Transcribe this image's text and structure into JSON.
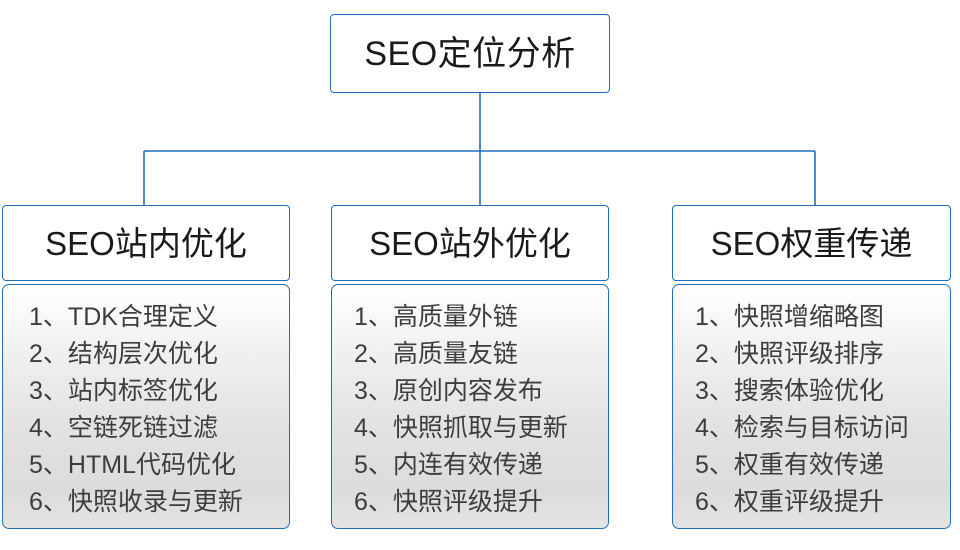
{
  "diagram": {
    "type": "org-tree",
    "orientation": "top-down",
    "colors": {
      "border": "#1F6FBF",
      "connector": "#1F6FBF",
      "header_fill": "#FFFFFF",
      "body_fill_top": "#FFFFFF",
      "body_fill_bottom": "#DCDCDC",
      "text": "#3D3D3D",
      "title_text": "#1A1A1A"
    },
    "root": {
      "title": "SEO定位分析"
    },
    "branches": [
      {
        "title": "SEO站内优化",
        "items": [
          {
            "index": "1",
            "sep": "、",
            "text": "TDK合理定义"
          },
          {
            "index": "2",
            "sep": "、",
            "text": "结构层次优化"
          },
          {
            "index": "3",
            "sep": "、",
            "text": "站内标签优化"
          },
          {
            "index": "4",
            "sep": "、",
            "text": "空链死链过滤"
          },
          {
            "index": "5",
            "sep": "、",
            "text": "HTML代码优化"
          },
          {
            "index": "6",
            "sep": "、",
            "text": "快照收录与更新"
          }
        ]
      },
      {
        "title": "SEO站外优化",
        "items": [
          {
            "index": "1",
            "sep": "、",
            "text": "高质量外链"
          },
          {
            "index": "2",
            "sep": "、",
            "text": "高质量友链"
          },
          {
            "index": "3",
            "sep": "、",
            "text": "原创内容发布"
          },
          {
            "index": "4",
            "sep": "、",
            "text": "快照抓取与更新"
          },
          {
            "index": "5",
            "sep": "、",
            "text": "内连有效传递"
          },
          {
            "index": "6",
            "sep": "、",
            "text": "快照评级提升"
          }
        ]
      },
      {
        "title": "SEO权重传递",
        "items": [
          {
            "index": "1",
            "sep": "、",
            "text": "快照增缩略图"
          },
          {
            "index": "2",
            "sep": "、",
            "text": "快照评级排序"
          },
          {
            "index": "3",
            "sep": "、",
            "text": "搜索体验优化"
          },
          {
            "index": "4",
            "sep": "、",
            "text": "检索与目标访问"
          },
          {
            "index": "5",
            "sep": "、",
            "text": "权重有效传递"
          },
          {
            "index": "6",
            "sep": "、",
            "text": "权重评级提升"
          }
        ]
      }
    ]
  }
}
